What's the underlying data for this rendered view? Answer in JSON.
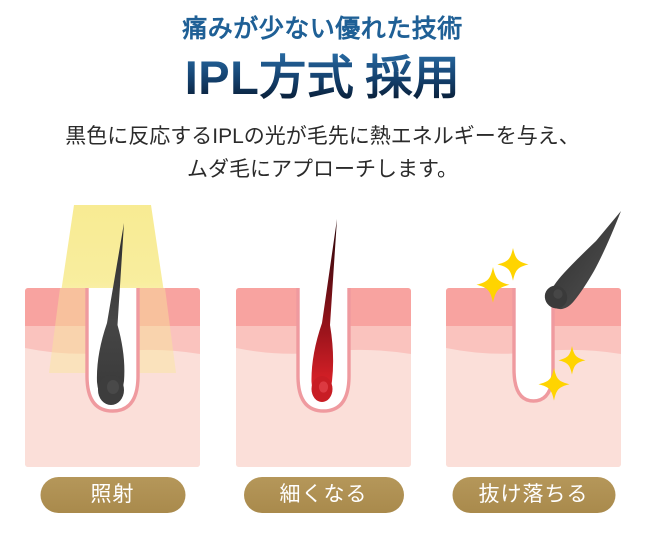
{
  "hero": {
    "kicker": "痛みが少ない優れた技術",
    "title_main": "IPL方式",
    "title_sub": "採用",
    "lead_line1": "黒色に反応するIPLの光が毛先に熱エネルギーを与え、",
    "lead_line2": "ムダ毛にアプローチします。"
  },
  "colors": {
    "kicker_blue": "#1f6096",
    "title_gradient_top": "#2a6ea6",
    "title_gradient_bottom": "#081a31",
    "lead_text": "#2b2b2b",
    "pill_gold_top": "#b5975a",
    "pill_gold_bottom": "#a98a4c",
    "pill_text": "#ffffff",
    "epidermis": "#f8a3a0",
    "dermis_upper": "#fac3be",
    "dermis_lower": "#fbdfd9",
    "follicle_outline": "#ef9a9f",
    "follicle_fill": "#ffffff",
    "hair_dark": "#3d3d3d",
    "hair_red_top": "#4a0d12",
    "hair_red_bottom": "#d31f26",
    "beam_yellow": "#f7ea8d",
    "sparkle_yellow": "#ffd400"
  },
  "panels": [
    {
      "id": "irradiation",
      "label": "照射",
      "state": "hair-dark-with-light-beam",
      "has_beam": true,
      "hair_color_name": "dark-gray",
      "sparkles": 0
    },
    {
      "id": "thinning",
      "label": "細くなる",
      "state": "hair-thin-red",
      "has_beam": false,
      "hair_color_name": "dark-red-gradient",
      "sparkles": 0
    },
    {
      "id": "falling-out",
      "label": "抜け落ちる",
      "state": "follicle-empty-hair-detached",
      "has_beam": false,
      "hair_color_name": "dark-gray-detached",
      "sparkles": 4
    }
  ]
}
